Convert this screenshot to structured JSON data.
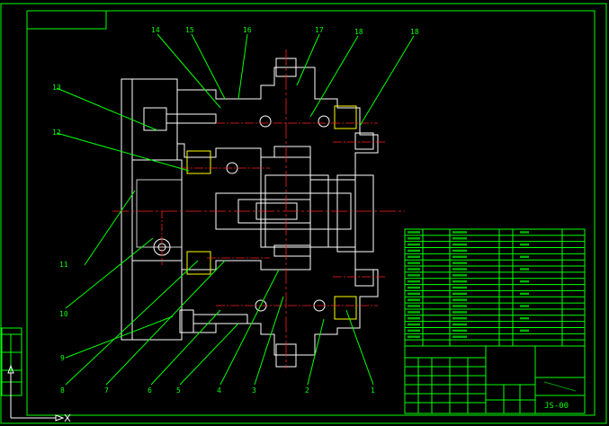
{
  "drawing": {
    "part_labels": [
      {
        "id": "1",
        "text": "1"
      },
      {
        "id": "2",
        "text": "2"
      },
      {
        "id": "3",
        "text": "3"
      },
      {
        "id": "4",
        "text": "4"
      },
      {
        "id": "5",
        "text": "5"
      },
      {
        "id": "6",
        "text": "6"
      },
      {
        "id": "7",
        "text": "7"
      },
      {
        "id": "8",
        "text": "8"
      },
      {
        "id": "9",
        "text": "9"
      },
      {
        "id": "10",
        "text": "10"
      },
      {
        "id": "11",
        "text": "11"
      },
      {
        "id": "12",
        "text": "12"
      },
      {
        "id": "13",
        "text": "13"
      },
      {
        "id": "14",
        "text": "14"
      },
      {
        "id": "15",
        "text": "15"
      },
      {
        "id": "16",
        "text": "16"
      },
      {
        "id": "17",
        "text": "17"
      },
      {
        "id": "18a",
        "text": "18"
      },
      {
        "id": "18b",
        "text": "18"
      }
    ]
  },
  "title_block": {
    "drawing_number": "JS-00"
  },
  "colors": {
    "background": "#000000",
    "frame": "#00ff00",
    "outline": "#ffffff",
    "centerline": "#ff2020",
    "hatch": "#00ff00",
    "highlight": "#ffff00"
  }
}
